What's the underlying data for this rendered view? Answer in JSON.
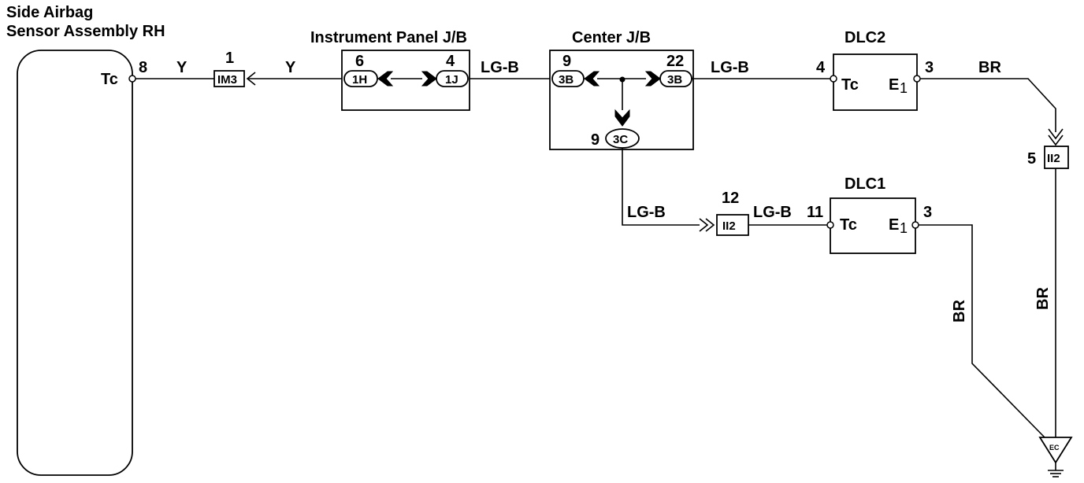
{
  "components": {
    "side_airbag_sensor": {
      "title_line1": "Side Airbag",
      "title_line2": "Sensor Assembly RH",
      "terminal": "Tc",
      "pin": "8"
    },
    "instrument_panel_jb": {
      "title": "Instrument Panel J/B",
      "pin_left": "6",
      "conn_left": "1H",
      "pin_right": "4",
      "conn_right": "1J"
    },
    "center_jb": {
      "title": "Center J/B",
      "pin_left": "9",
      "conn_left": "3B",
      "pin_right": "22",
      "conn_right": "3B",
      "pin_bottom": "9",
      "conn_bottom": "3C"
    },
    "dlc2": {
      "title": "DLC2",
      "pin_tc": "4",
      "terminal_tc": "Tc",
      "terminal_e1": "E",
      "terminal_e1_sub": "1",
      "pin_e1": "3"
    },
    "dlc1": {
      "title": "DLC1",
      "pin_tc": "11",
      "terminal_tc": "Tc",
      "terminal_e1": "E",
      "terminal_e1_sub": "1",
      "pin_e1": "3"
    }
  },
  "connectors": {
    "im3": {
      "label": "IM3",
      "pin": "1"
    },
    "ii2_lower": {
      "label": "II2",
      "pin": "12"
    },
    "ii2_right": {
      "label": "II2",
      "pin": "5"
    }
  },
  "wires": {
    "y_left": "Y",
    "y_right": "Y",
    "lg_b_1": "LG-B",
    "lg_b_2": "LG-B",
    "lg_b_3": "LG-B",
    "lg_b_4": "LG-B",
    "br_top": "BR",
    "br_right": "BR",
    "br_left": "BR"
  },
  "ground": {
    "label": "EC"
  }
}
